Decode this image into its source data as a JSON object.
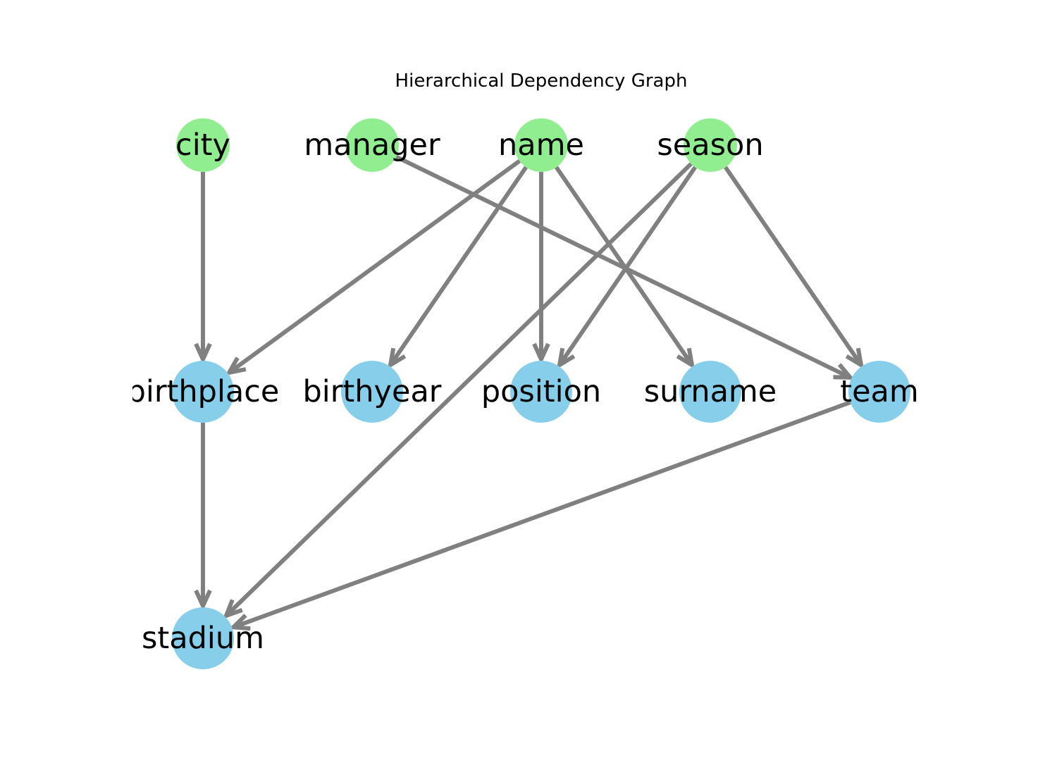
{
  "diagram": {
    "title": "Hierarchical Dependency Graph",
    "colors": {
      "root_node": "#90ee90",
      "child_node": "#87ceeb",
      "edge": "#808080",
      "label": "#000000"
    },
    "nodes": [
      {
        "id": "city",
        "label": "city",
        "level": 0,
        "col": 0,
        "kind": "root"
      },
      {
        "id": "manager",
        "label": "manager",
        "level": 0,
        "col": 1,
        "kind": "root"
      },
      {
        "id": "name",
        "label": "name",
        "level": 0,
        "col": 2,
        "kind": "root"
      },
      {
        "id": "season",
        "label": "season",
        "level": 0,
        "col": 3,
        "kind": "root"
      },
      {
        "id": "birthplace",
        "label": "birthplace",
        "level": 1,
        "col": 0,
        "kind": "child"
      },
      {
        "id": "birthyear",
        "label": "birthyear",
        "level": 1,
        "col": 1,
        "kind": "child"
      },
      {
        "id": "position",
        "label": "position",
        "level": 1,
        "col": 2,
        "kind": "child"
      },
      {
        "id": "surname",
        "label": "surname",
        "level": 1,
        "col": 3,
        "kind": "child"
      },
      {
        "id": "team",
        "label": "team",
        "level": 1,
        "col": 4,
        "kind": "child"
      },
      {
        "id": "stadium",
        "label": "stadium",
        "level": 2,
        "col": 0,
        "kind": "child"
      }
    ],
    "edges": [
      {
        "from": "city",
        "to": "birthplace"
      },
      {
        "from": "name",
        "to": "birthplace"
      },
      {
        "from": "name",
        "to": "birthyear"
      },
      {
        "from": "name",
        "to": "position"
      },
      {
        "from": "name",
        "to": "surname"
      },
      {
        "from": "manager",
        "to": "team"
      },
      {
        "from": "season",
        "to": "team"
      },
      {
        "from": "season",
        "to": "position"
      },
      {
        "from": "season",
        "to": "stadium"
      },
      {
        "from": "birthplace",
        "to": "stadium"
      },
      {
        "from": "team",
        "to": "stadium"
      }
    ]
  }
}
